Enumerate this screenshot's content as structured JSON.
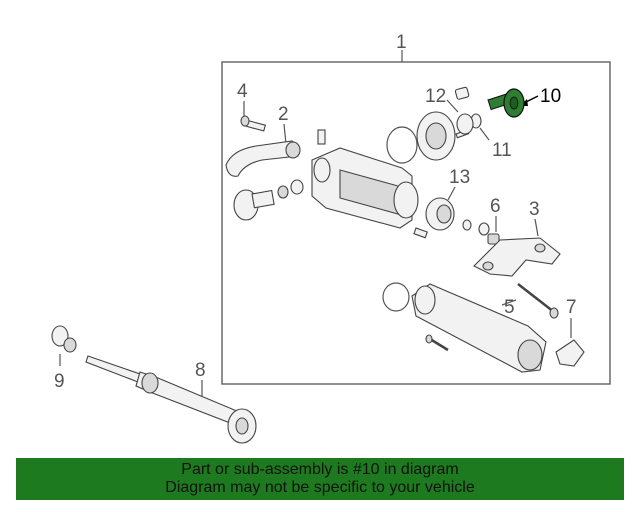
{
  "callouts": {
    "c1": "1",
    "c2": "2",
    "c3": "3",
    "c4": "4",
    "c5": "5",
    "c6": "6",
    "c7": "7",
    "c8": "8",
    "c9": "9",
    "c10": "10",
    "c11": "11",
    "c12": "12",
    "c13": "13"
  },
  "highlight": {
    "part_number": "10",
    "color": "#2e7d32"
  },
  "banner": {
    "line1": "Part or sub-assembly is #10 in diagram",
    "line2": "Diagram may not be specific to your vehicle",
    "background": "#1e7a1e"
  }
}
